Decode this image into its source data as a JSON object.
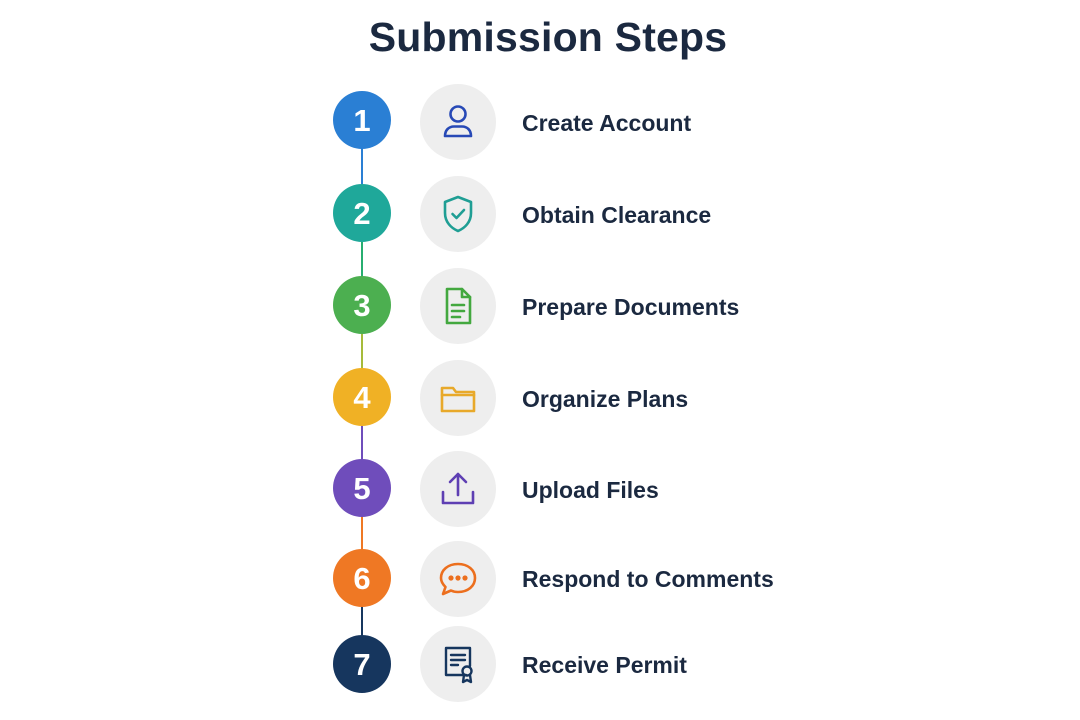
{
  "title": "Submission Steps",
  "steps": [
    {
      "number": "1",
      "label": "Create Account",
      "icon": "user-icon",
      "color": "#2a7fd4"
    },
    {
      "number": "2",
      "label": "Obtain Clearance",
      "icon": "shield-check-icon",
      "color": "#1fa89a"
    },
    {
      "number": "3",
      "label": "Prepare Documents",
      "icon": "document-icon",
      "color": "#4caf50"
    },
    {
      "number": "4",
      "label": "Organize Plans",
      "icon": "folder-icon",
      "color": "#f0b125"
    },
    {
      "number": "5",
      "label": "Upload Files",
      "icon": "upload-icon",
      "color": "#6f4dbb"
    },
    {
      "number": "6",
      "label": "Respond to Comments",
      "icon": "chat-bubble-icon",
      "color": "#ef7824"
    },
    {
      "number": "7",
      "label": "Receive Permit",
      "icon": "certificate-icon",
      "color": "#16365e"
    }
  ]
}
